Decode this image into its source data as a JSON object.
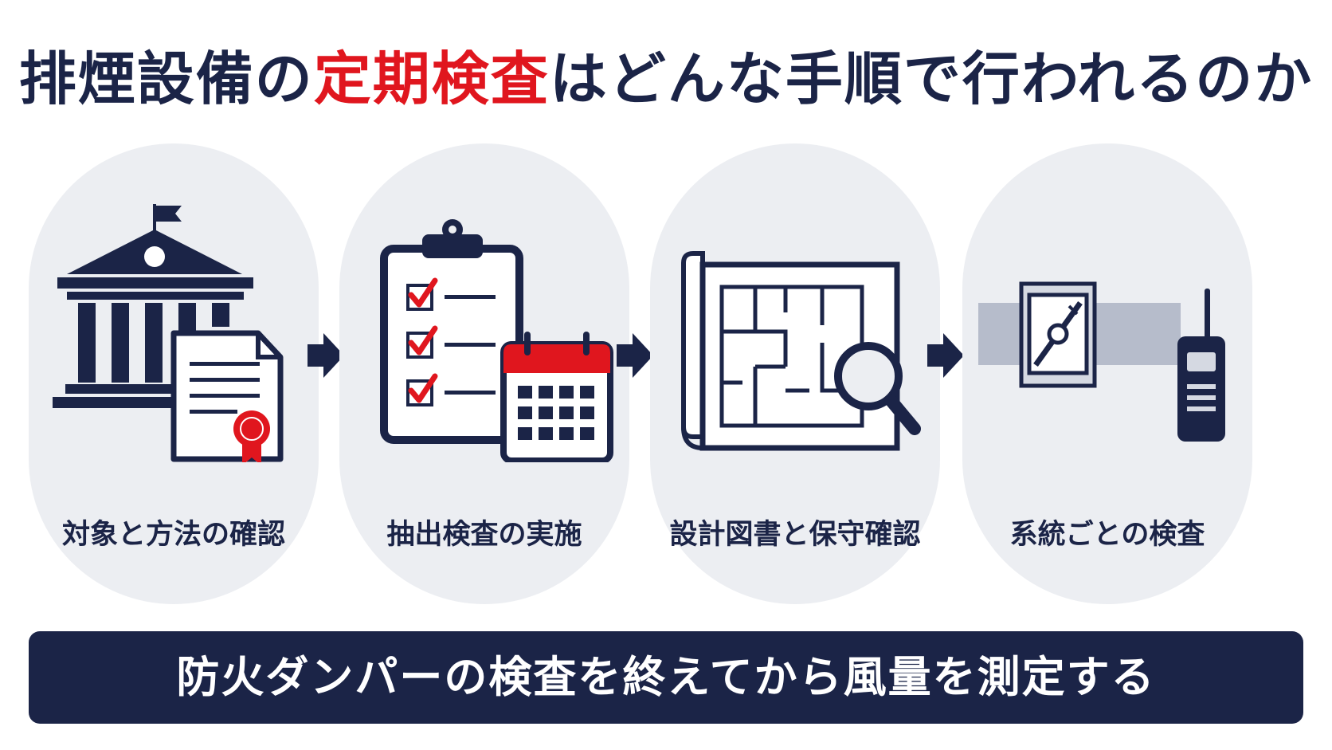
{
  "header": {
    "title_prefix": "排煙設備の",
    "title_highlight": "定期検査",
    "title_suffix": "はどんな手順で行われるのか"
  },
  "steps": [
    {
      "label": "対象と方法の確認",
      "icon": "government-building-certificate-icon"
    },
    {
      "label": "抽出検査の実施",
      "icon": "checklist-calendar-icon"
    },
    {
      "label": "設計図書と保守確認",
      "icon": "blueprint-magnifier-icon"
    },
    {
      "label": "系統ごとの検査",
      "icon": "damper-duct-radio-icon"
    }
  ],
  "footer": {
    "note": "防火ダンパーの検査を終えてから風量を測定する"
  },
  "colors": {
    "navy": "#1b2447",
    "red": "#e0161e",
    "panel": "#eceef2"
  }
}
